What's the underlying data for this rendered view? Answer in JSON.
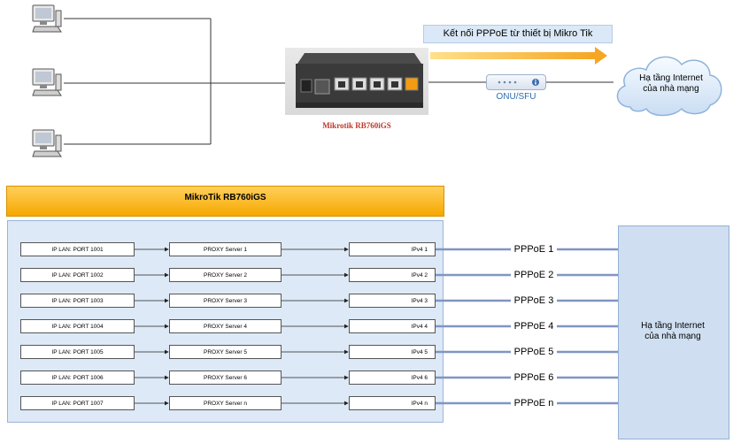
{
  "top": {
    "router_caption": "Mikrotik RB760iGS",
    "connection_title": "Kết nối PPPoE từ thiết bị Mikro Tik",
    "onu_label": "ONU/SFU",
    "internet_label_line1": "Hạ tầng Internet",
    "internet_label_line2": "của nhà mạng"
  },
  "mikrotik": {
    "title": "MikroTik RB760iGS",
    "rows": [
      {
        "lan": "IP LAN: PORT 1001",
        "proxy": "PROXY Server 1",
        "ipv4": "IPv4 1",
        "pppoe": "PPPoE 1"
      },
      {
        "lan": "IP LAN: PORT 1002",
        "proxy": "PROXY Server 2",
        "ipv4": "IPv4 2",
        "pppoe": "PPPoE 2"
      },
      {
        "lan": "IP LAN: PORT 1003",
        "proxy": "PROXY Server 3",
        "ipv4": "IPv4 3",
        "pppoe": "PPPoE 3"
      },
      {
        "lan": "IP LAN: PORT 1004",
        "proxy": "PROXY Server 4",
        "ipv4": "IPv4 4",
        "pppoe": "PPPoE 4"
      },
      {
        "lan": "IP LAN: PORT 1005",
        "proxy": "PROXY Server 5",
        "ipv4": "IPv4 5",
        "pppoe": "PPPoE 5"
      },
      {
        "lan": "IP LAN: PORT 1006",
        "proxy": "PROXY Server 6",
        "ipv4": "IPv4 6",
        "pppoe": "PPPoE 6"
      },
      {
        "lan": "IP LAN: PORT 1007",
        "proxy": "PROXY Server n",
        "ipv4": "IPv4 n",
        "pppoe": "PPPoE n"
      }
    ]
  },
  "isp": {
    "line1": "Hạ tầng Internet",
    "line2": "của nhà mạng"
  },
  "colors": {
    "header_orange": "#f6a800",
    "arrow_orange": "#f5a623",
    "panel_blue": "#dde9f6",
    "pppoe_line": "#7f96c2",
    "router_caption_red": "#c0392b",
    "onu_text_blue": "#2e6db4"
  },
  "icons": [
    "computer-icon",
    "router-device",
    "onu-device-icon",
    "cloud-icon",
    "arrow-right-icon"
  ]
}
